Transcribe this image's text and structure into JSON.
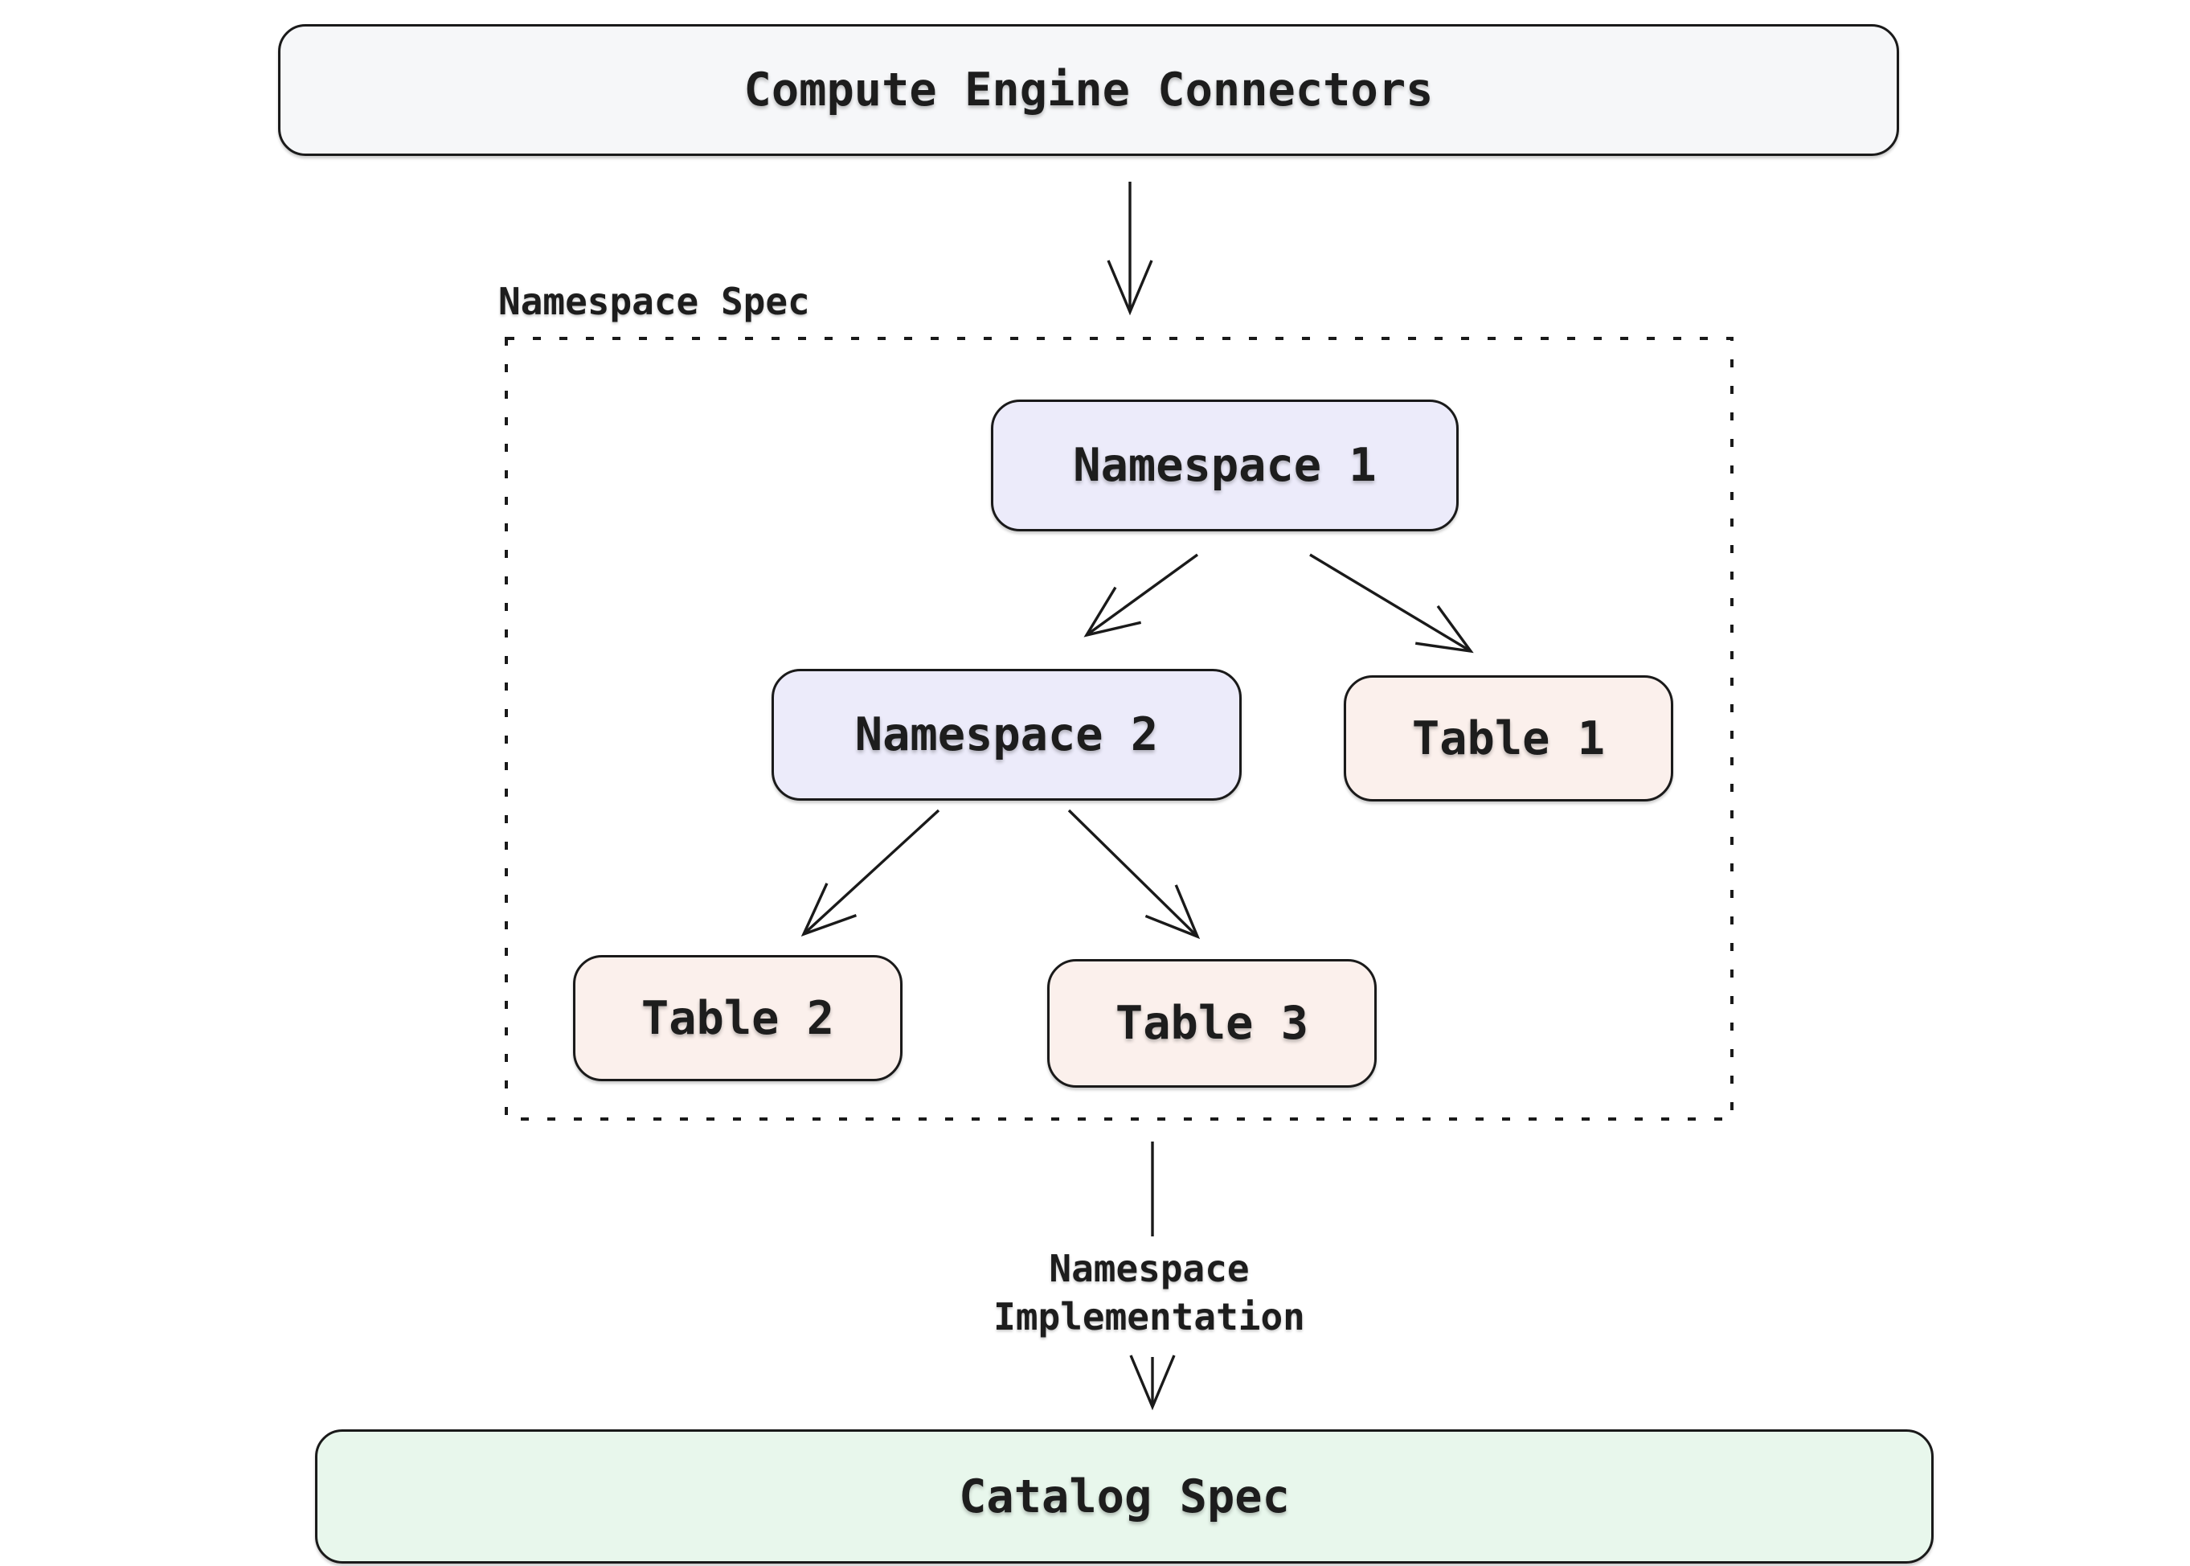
{
  "colors": {
    "background": "#ffffff",
    "stroke": "#1a1a1a",
    "node_default_fill": "#f6f7f9",
    "namespace_fill": "#ecebfa",
    "table_fill": "#fbf0ec",
    "catalog_fill": "#e8f7ec"
  },
  "nodes": {
    "compute_engine": {
      "label": "Compute Engine Connectors"
    },
    "namespace1": {
      "label": "Namespace 1"
    },
    "namespace2": {
      "label": "Namespace 2"
    },
    "table1": {
      "label": "Table 1"
    },
    "table2": {
      "label": "Table 2"
    },
    "table3": {
      "label": "Table 3"
    },
    "catalog": {
      "label": "Catalog Spec"
    }
  },
  "container": {
    "label": "Namespace Spec"
  },
  "edge_label": {
    "line1": "Namespace",
    "line2": "Implementation"
  },
  "edges": [
    {
      "from": "Compute Engine Connectors",
      "to": "Namespace Spec",
      "label": ""
    },
    {
      "from": "Namespace 1",
      "to": "Namespace 2",
      "label": ""
    },
    {
      "from": "Namespace 1",
      "to": "Table 1",
      "label": ""
    },
    {
      "from": "Namespace 2",
      "to": "Table 2",
      "label": ""
    },
    {
      "from": "Namespace 2",
      "to": "Table 3",
      "label": ""
    },
    {
      "from": "Namespace Spec",
      "to": "Catalog Spec",
      "label": "Namespace Implementation"
    }
  ]
}
